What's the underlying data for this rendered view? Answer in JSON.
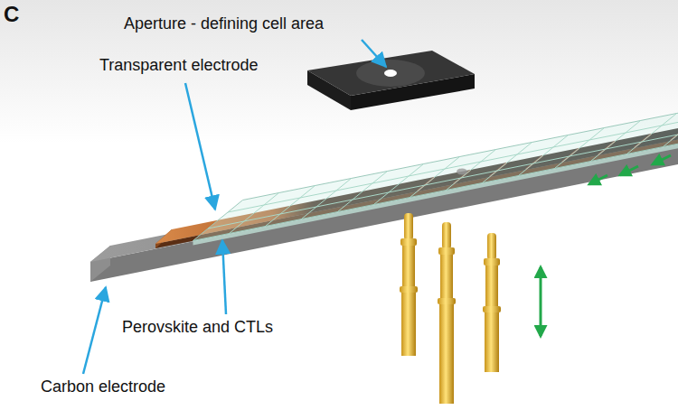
{
  "diagram": {
    "labels": [
      "C",
      "Aperture - defining cell area",
      "Transparent electrode",
      "Perovskite and CTLs",
      "Carbon electrode"
    ]
  }
}
